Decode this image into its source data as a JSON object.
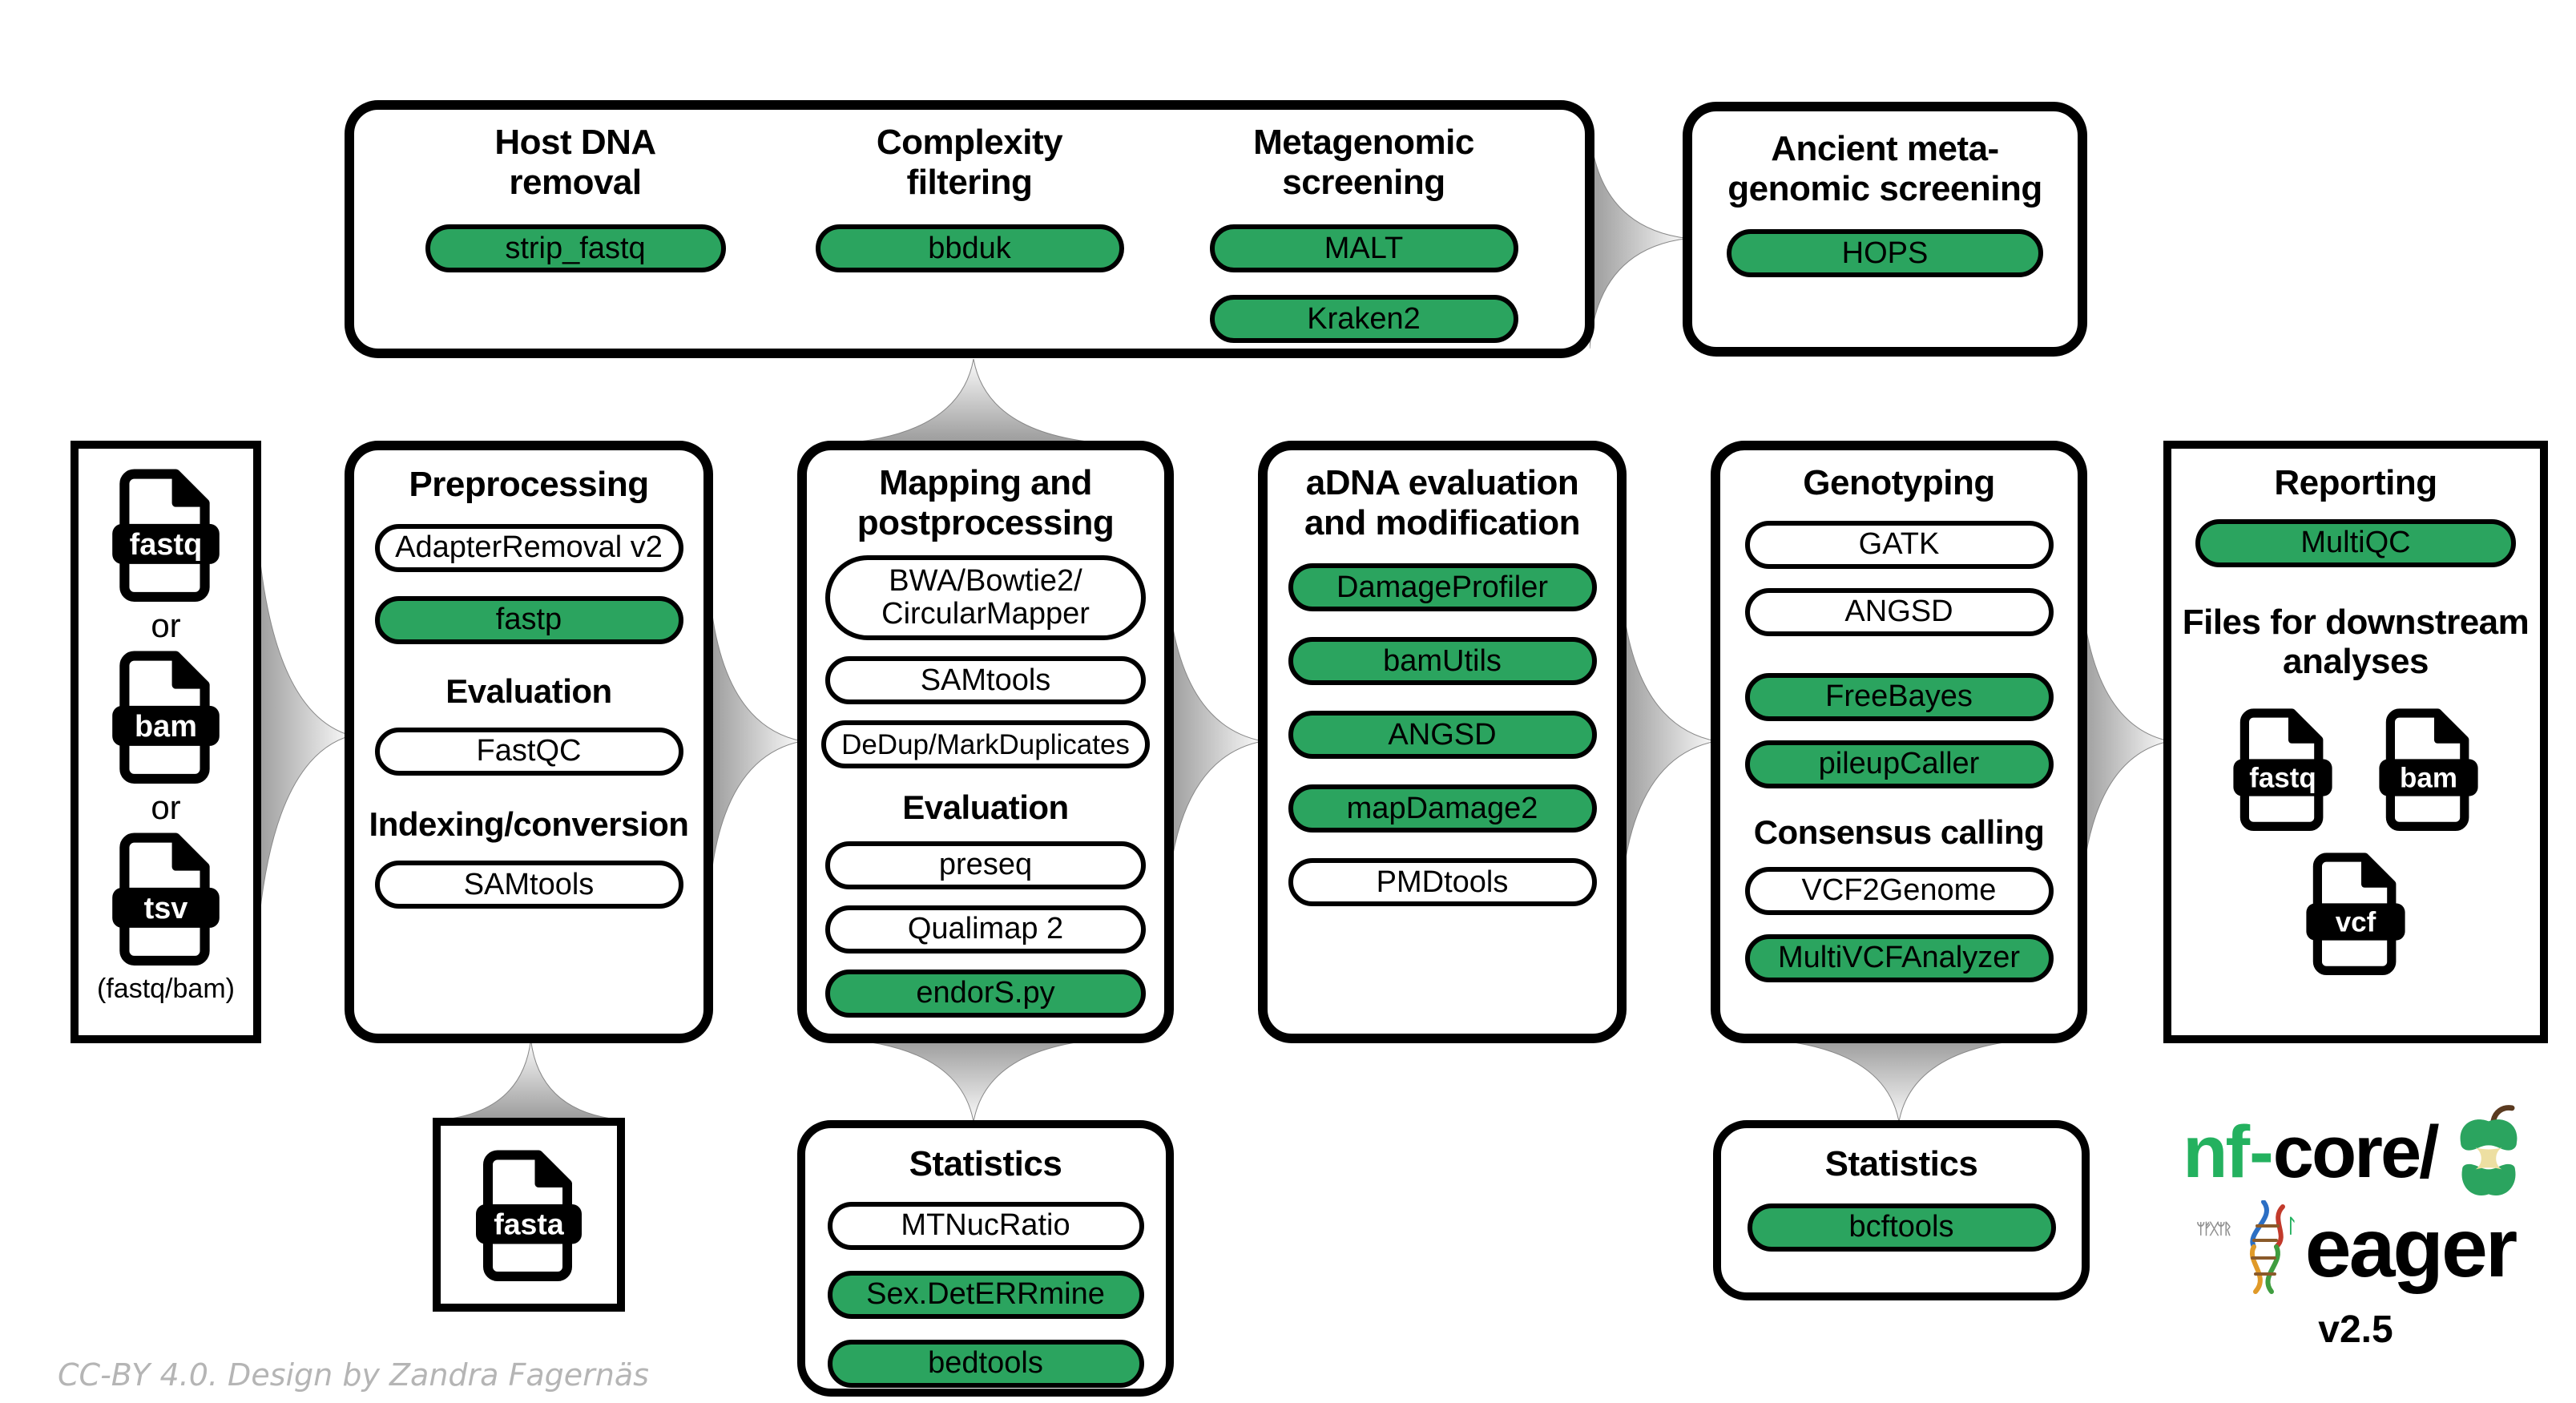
{
  "colors": {
    "tool_enabled_green": "#2BA45F",
    "logo_green": "#24B15F"
  },
  "top_row": {
    "host_removal": {
      "title_line1": "Host DNA",
      "title_line2": "removal",
      "tool": "strip_fastq"
    },
    "complexity": {
      "title_line1": "Complexity",
      "title_line2": "filtering",
      "tool": "bbduk"
    },
    "metagenomic": {
      "title_line1": "Metagenomic",
      "title_line2": "screening",
      "tool1": "MALT",
      "tool2": "Kraken2"
    },
    "ancient": {
      "title_line1": "Ancient meta-",
      "title_line2": "genomic screening",
      "tool": "HOPS"
    }
  },
  "input": {
    "file1": "fastq",
    "or1": "or",
    "file2": "bam",
    "or2": "or",
    "file3": "tsv",
    "note": "(fastq/bam)"
  },
  "preprocessing": {
    "title": "Preprocessing",
    "tool1": "AdapterRemoval v2",
    "tool2": "fastp",
    "subhead1": "Evaluation",
    "tool3": "FastQC",
    "subhead2": "Indexing/conversion",
    "tool4": "SAMtools"
  },
  "mapping": {
    "title_line1": "Mapping and",
    "title_line2": "postprocessing",
    "tool1_line1": "BWA/Bowtie2/",
    "tool1_line2": "CircularMapper",
    "tool2": "SAMtools",
    "tool3": "DeDup/MarkDuplicates",
    "subhead": "Evaluation",
    "tool4": "preseq",
    "tool5": "Qualimap 2",
    "tool6": "endorS.py"
  },
  "adna": {
    "title_line1": "aDNA evaluation",
    "title_line2": "and modification",
    "tool1": "DamageProfiler",
    "tool2": "bamUtils",
    "tool3": "ANGSD",
    "tool4": "mapDamage2",
    "tool5": "PMDtools"
  },
  "genotyping": {
    "title": "Genotyping",
    "tool1": "GATK",
    "tool2": "ANGSD",
    "tool3": "FreeBayes",
    "tool4": "pileupCaller",
    "subhead": "Consensus calling",
    "tool5": "VCF2Genome",
    "tool6": "MultiVCFAnalyzer"
  },
  "reporting": {
    "title": "Reporting",
    "tool1": "MultiQC",
    "files_line1": "Files for downstream",
    "files_line2": "analyses",
    "file1": "fastq",
    "file2": "bam",
    "file3": "vcf"
  },
  "reference": {
    "file": "fasta"
  },
  "stats_mapping": {
    "title": "Statistics",
    "tool1": "MTNucRatio",
    "tool2": "Sex.DetERRmine",
    "tool3": "bedtools"
  },
  "stats_genotyping": {
    "title": "Statistics",
    "tool1": "bcftools"
  },
  "logo": {
    "nf": "nf",
    "dash": "-",
    "core": "core/",
    "name": "eager",
    "version": "v2.5",
    "runes": "ᛘᚠᚷᛘᚱ",
    "rune_accent": "ᛚ"
  },
  "footer": {
    "attribution": "CC-BY 4.0. Design by Zandra Fagernäs"
  }
}
